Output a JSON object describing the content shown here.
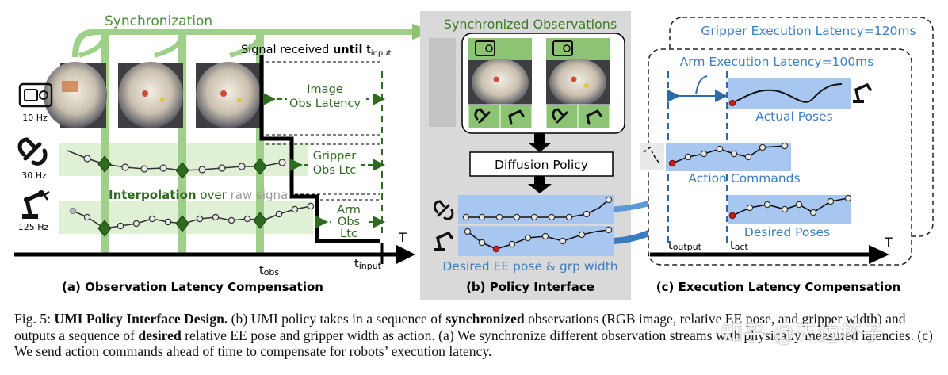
{
  "panel_a": {
    "sync_label": "Synchronization",
    "signal_pre": "Signal received ",
    "signal_until": "until",
    "t_input_sup": "t",
    "t_input_sub": "input",
    "image_lat_1": "Image",
    "image_lat_2": "Obs Latency",
    "gripper_lat_1": "Gripper",
    "gripper_lat_2": "Obs Ltc",
    "arm_lat_1": "Arm",
    "arm_lat_2": "Obs",
    "arm_lat_3": "Ltc",
    "interp_bold": "Interpolation",
    "interp_over": " over ",
    "interp_raw": "raw signal",
    "camera_hz": "10 Hz",
    "gripper_hz": "30 Hz",
    "arm_hz": "125 Hz",
    "t_label": "T",
    "t_obs_t": "t",
    "t_obs_sub": "obs",
    "t_input_t": "t",
    "t_input_sub2": "input",
    "title": "(a) Observation Latency Compensation"
  },
  "panel_b": {
    "sync_obs": "Synchronized Observations",
    "policy": "Diffusion Policy",
    "desired": "Desired EE pose & grp width",
    "title": "(b) Policy Interface"
  },
  "panel_c": {
    "gripper_exec": "Gripper Execution Latency=120ms",
    "arm_exec": "Arm Execution Latency=100ms",
    "actual": "Actual Poses",
    "action_cmd": "Action Commands",
    "desired_poses": "Desired Poses",
    "t_output_t": "t",
    "t_output_sub": "output",
    "t_act_t": "t",
    "t_act_sub": "act",
    "t_label": "T",
    "title": "(c) Execution Latency Compensation"
  },
  "caption": {
    "fig_label": "Fig. 5:",
    "fig_title": "UMI Policy Interface Design.",
    "p1": " (b) UMI policy takes in a sequence of ",
    "w_sync": "synchronized",
    "p2": " observations (RGB image, relative EE pose, and gripper width) and outputs a sequence of ",
    "w_desired": "desired",
    "p3": " relative EE pose and gripper width as action. (a) We synchronize different observation streams with physically measured latencies. (c) We send action commands ahead of time to compensate for robots’ execution latency."
  },
  "watermark": "知乎 @天边杯子",
  "colors": {
    "green": "#2e6b1e",
    "light_green": "#9fd08a",
    "blue": "#3d7fc1",
    "light_blue": "#a7c7f0",
    "gray_panel": "#d9d9d9"
  }
}
